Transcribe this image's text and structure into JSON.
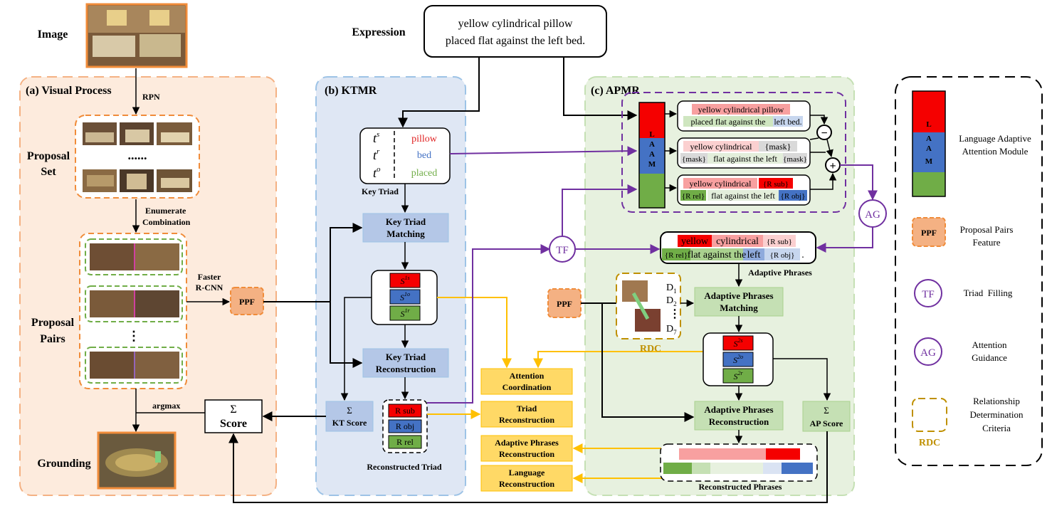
{
  "expression": {
    "label": "Expression",
    "line1": "yellow cylindrical pillow",
    "line2": "placed flat against the left bed."
  },
  "visual": {
    "image_label": "Image",
    "panel_title": "(a) Visual Process",
    "rpn": "RPN",
    "proposal_set_1": "Proposal",
    "proposal_set_2": "Set",
    "dots": "......",
    "enumerate_1": "Enumerate",
    "enumerate_2": "Combination",
    "faster_1": "Faster",
    "faster_2": "R-CNN",
    "ppf": "PPF",
    "pairs_1": "Proposal",
    "pairs_2": "Pairs",
    "vdots": "⋮",
    "argmax": "argmax",
    "sigma": "Σ",
    "score": "Score",
    "grounding": "Grounding"
  },
  "ktmr": {
    "panel_title": "(b) KTMR",
    "ts": "t",
    "ts_sup": "s",
    "tr": "t",
    "tr_sup": "r",
    "to": "t",
    "to_sup": "o",
    "pillow": "pillow",
    "bed": "bed",
    "placed": "placed",
    "key_triad": "Key Triad",
    "matching_1": "Key Triad",
    "matching_2": "Matching",
    "s1s": "S",
    "s1s_sup": "1s",
    "s1o": "S",
    "s1o_sup": "1o",
    "s1r": "S",
    "s1r_sup": "1r",
    "recon_1": "Key Triad",
    "recon_2": "Reconstruction",
    "kt_sigma": "Σ",
    "kt_score": "KT Score",
    "r_sub": "R sub",
    "r_obj": "R obj",
    "r_rel": "R rel",
    "recon_triad": "Reconstructed Triad"
  },
  "losses": {
    "attn_1": "Attention",
    "attn_2": "Coordination",
    "triad_1": "Triad",
    "triad_2": "Reconstruction",
    "ap_1": "Adaptive Phrases",
    "ap_2": "Reconstruction",
    "lang_1": "Language",
    "lang_2": "Reconstruction"
  },
  "apmr": {
    "panel_title": "(c) APMR",
    "laam": "LAAM",
    "row1_a": "yellow cylindrical pillow",
    "row1_b": "placed flat against the",
    "row1_c": "left bed.",
    "row2_a": "yellow cylindrical",
    "row2_mask": "{mask}",
    "row2_b": "flat against the left",
    "row3_a": "yellow cylindrical",
    "row3_rsub": "{R sub}",
    "row3_rrel": "{R rel}",
    "row3_b": "flat against the left",
    "row3_robj": "{R obj}",
    "minus": "−",
    "plus": "+",
    "ag": "AG",
    "tf": "TF",
    "ap_yellow": "yellow",
    "ap_cyl": "cylindrical",
    "ap_rsub": "{R sub}",
    "ap_rrel": "{R rel}",
    "ap_flat": "flat against the",
    "ap_left": "left",
    "ap_robj": "{R obj}",
    "ap_dot": ".",
    "adaptive_phrases": "Adaptive Phrases",
    "ppf": "PPF",
    "d1": "D",
    "d1_sub": "1",
    "d2": "D",
    "d2_sub": "2",
    "d7": "D",
    "d7_sub": "7",
    "vdots": "⋮",
    "rdc": "RDC",
    "apm_1": "Adaptive Phrases",
    "apm_2": "Matching",
    "s2s": "S",
    "s2s_sup": "2s",
    "s2o": "S",
    "s2o_sup": "2o",
    "s2r": "S",
    "s2r_sup": "2r",
    "apr_1": "Adaptive Phrases",
    "apr_2": "Reconstruction",
    "ap_sigma": "Σ",
    "ap_score": "AP Score",
    "recon_phrases": "Reconstructed Phrases"
  },
  "legend": {
    "laam_letters": [
      "L",
      "A",
      "A",
      "M"
    ],
    "laam_1": "Language Adaptive",
    "laam_2": "Attention Module",
    "ppf": "PPF",
    "ppf_1": "Proposal Pairs",
    "ppf_2": "Feature",
    "tf": "TF",
    "tf_label": "Triad  Filling",
    "ag": "AG",
    "ag_1": "Attention",
    "ag_2": "Guidance",
    "rdc_1": "Relationship",
    "rdc_2": "Determination",
    "rdc_3": "Criteria",
    "rdc": "RDC"
  },
  "colors": {
    "red": "#f50000",
    "blue": "#4472c4",
    "green": "#70ad47",
    "purple": "#7030a0",
    "gold": "#ffc000",
    "orange_ppf": "#f4b183",
    "orange_border": "#f08c3a",
    "panel_a": "#fdebdd",
    "panel_b": "#dfe7f4",
    "panel_c": "#e7f1df",
    "box_blue": "#b4c7e7",
    "box_green": "#c5e0b4",
    "box_yellow": "#ffd966"
  }
}
